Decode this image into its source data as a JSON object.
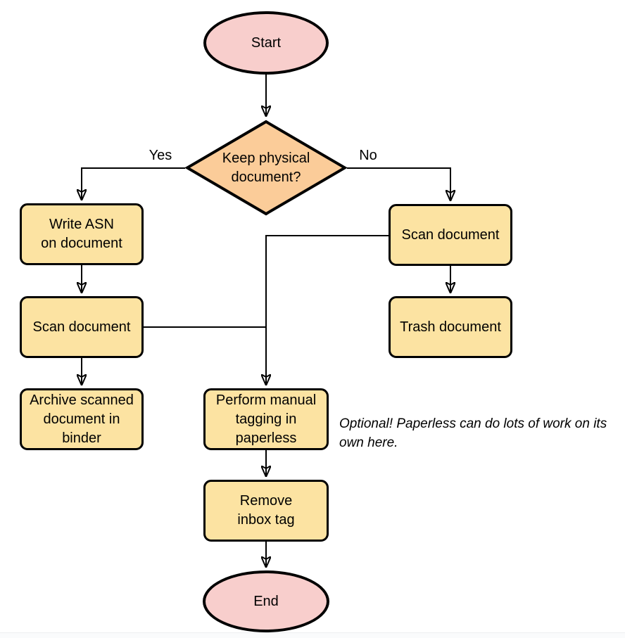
{
  "diagram": {
    "type": "flowchart",
    "nodes": {
      "start": {
        "type": "terminator",
        "label": "Start"
      },
      "decision": {
        "type": "decision",
        "label": "Keep physical\ndocument?"
      },
      "write_asn": {
        "type": "process",
        "label": "Write ASN\non document"
      },
      "scan_left": {
        "type": "process",
        "label": "Scan document"
      },
      "archive": {
        "type": "process",
        "label": "Archive scanned\ndocument in\nbinder"
      },
      "scan_right": {
        "type": "process",
        "label": "Scan document"
      },
      "trash": {
        "type": "process",
        "label": "Trash document"
      },
      "tagging": {
        "type": "process",
        "label": "Perform manual\ntagging in\npaperless"
      },
      "remove_inbox": {
        "type": "process",
        "label": "Remove\ninbox tag"
      },
      "end": {
        "type": "terminator",
        "label": "End"
      }
    },
    "edge_labels": {
      "yes": "Yes",
      "no": "No"
    },
    "edges": [
      {
        "from": "start",
        "to": "decision"
      },
      {
        "from": "decision",
        "to": "write_asn",
        "label": "Yes"
      },
      {
        "from": "write_asn",
        "to": "scan_left"
      },
      {
        "from": "scan_left",
        "to": "archive"
      },
      {
        "from": "decision",
        "to": "scan_right",
        "label": "No"
      },
      {
        "from": "scan_right",
        "to": "trash"
      },
      {
        "from": "scan_right",
        "to": "tagging"
      },
      {
        "from": "scan_left",
        "to": "tagging"
      },
      {
        "from": "tagging",
        "to": "remove_inbox"
      },
      {
        "from": "remove_inbox",
        "to": "end"
      }
    ],
    "annotation": "Optional! Paperless can do lots of work on its own here.",
    "colors": {
      "terminator_fill": "#f8cecc",
      "decision_fill": "#fbcc99",
      "process_fill": "#fce3a2",
      "stroke": "#000000"
    }
  }
}
